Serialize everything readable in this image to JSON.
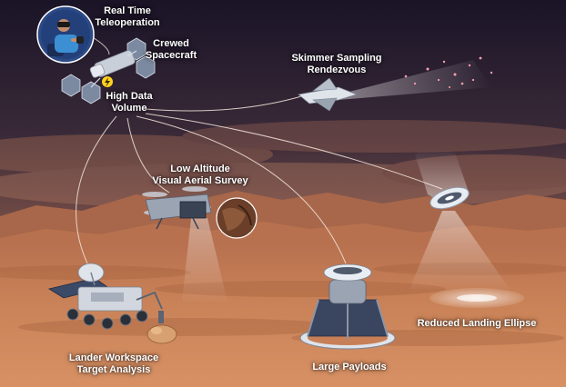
{
  "labels": {
    "teleoperation": "Real Time\nTeleoperation",
    "spacecraft": "Crewed\nSpacecraft",
    "data_volume": "High Data\nVolume",
    "skimmer": "Skimmer Sampling\nRendezvous",
    "aerial_survey": "Low Altitude\nVisual Aerial Survey",
    "landing_ellipse": "Reduced Landing Ellipse",
    "lander_workspace": "Lander Workspace\nTarget Analysis",
    "payloads": "Large Payloads"
  },
  "icons": {
    "operator": "vr-operator-icon",
    "spacecraft": "spacecraft-icon",
    "lightning": "lightning-icon",
    "skimmer": "skimmer-icon",
    "drone": "drone-icon",
    "probe": "entry-probe-icon",
    "rover": "rover-icon",
    "lander": "lander-icon"
  },
  "colors": {
    "sky_top": "#1b1528",
    "sky_mid": "#5a3a44",
    "haze": "#a9705a",
    "ground": "#c77f57",
    "ground_dark": "#a9633f",
    "comm_line": "#f3e6dc",
    "label_text": "#ffffff",
    "lightning": "#ffd21e",
    "operator_circle": "#2c4a86"
  }
}
